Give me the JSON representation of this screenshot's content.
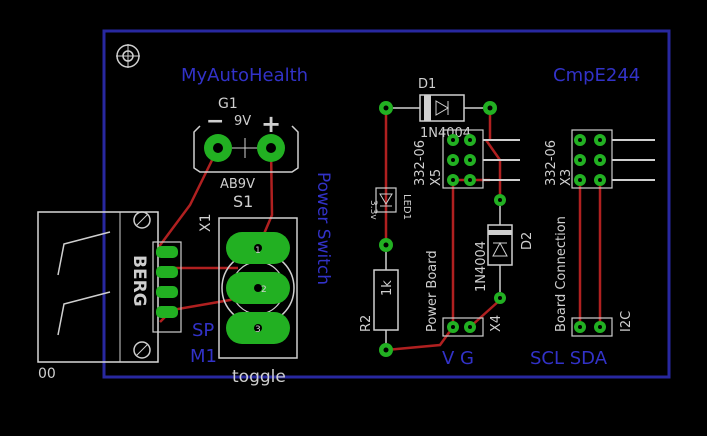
{
  "labels": {
    "title_left": "MyAutoHealth",
    "title_right": "CmpE244",
    "g1": "G1",
    "g1_volt": "9V",
    "battery": "AB9V",
    "s1": "S1",
    "x1": "X1",
    "power_switch": "Power Switch",
    "d1": "D1",
    "d1_part": "1N4004",
    "x5_part": "332-06",
    "x5": "X5",
    "led_volt": "3.3v",
    "led": "LED1",
    "r2": "R2",
    "r2_val": "1k",
    "power_board": "Power Board",
    "d2_part": "1N4004",
    "d2": "D2",
    "x4": "X4",
    "x3_part": "332-06",
    "x3": "X3",
    "board_connection": "Board Connection",
    "i2c": "I2C",
    "vg": "V G",
    "scl_sda": "SCL SDA",
    "sp": "SP",
    "m1": "M1",
    "toggle": "toggle",
    "oo": "00",
    "berg": "BERG",
    "pad1": "1",
    "pad2": "2",
    "pad3": "3"
  },
  "colors": {
    "background": "#000000",
    "board_outline": "#2828a0",
    "top_text": "#3232c8",
    "silkscreen": "#cfcfcf",
    "pad": "#22b022",
    "trace": "#b02020"
  }
}
